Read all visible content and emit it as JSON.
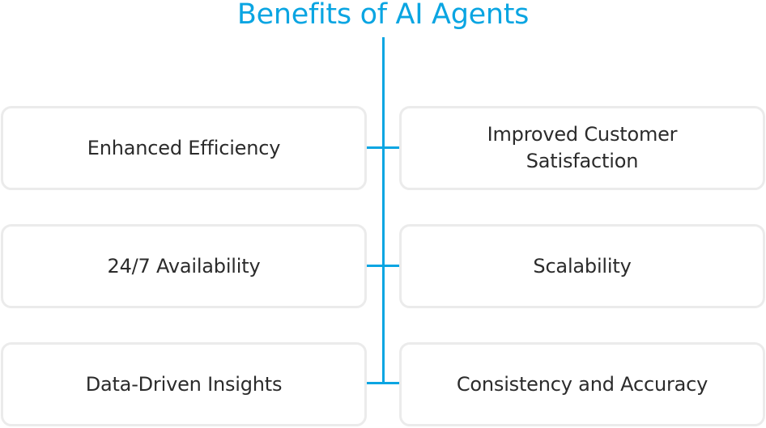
{
  "title": "Benefits of AI Agents",
  "colors": {
    "accent": "#0aa5e2",
    "box_border": "#ebebeb",
    "text": "#2b2b2b",
    "background": "#ffffff"
  },
  "benefits": {
    "left": [
      {
        "label": "Enhanced Efficiency"
      },
      {
        "label": "24/7 Availability"
      },
      {
        "label": "Data-Driven Insights"
      }
    ],
    "right": [
      {
        "label": "Improved Customer Satisfaction"
      },
      {
        "label": "Scalability"
      },
      {
        "label": "Consistency and Accuracy"
      }
    ]
  }
}
